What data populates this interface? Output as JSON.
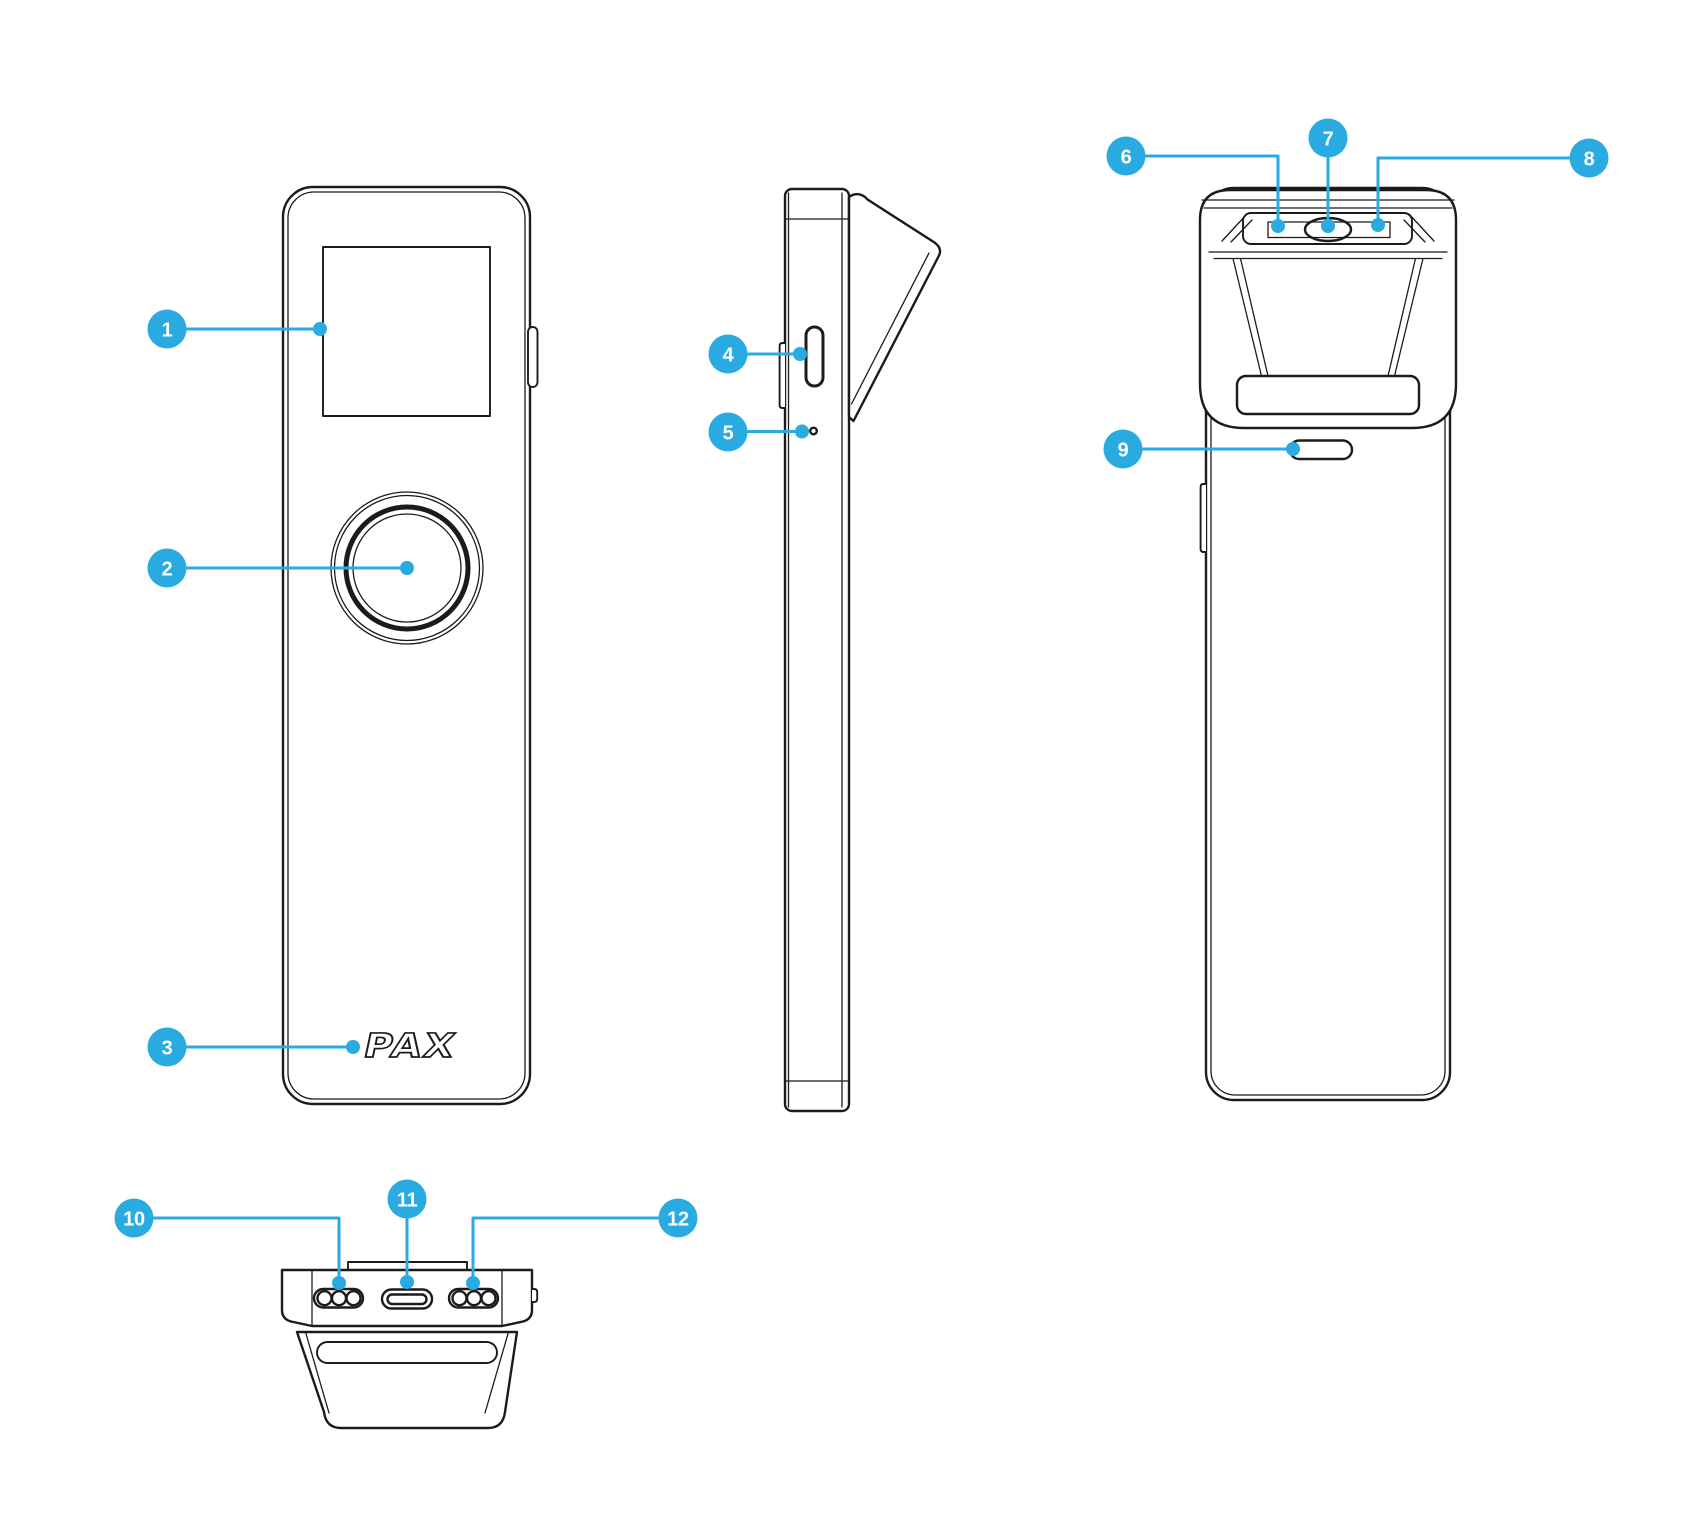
{
  "colors": {
    "accent": "#29ABE2",
    "ink": "#1B1B1B",
    "background": "#FFFFFF"
  },
  "logo": {
    "text": "PAX"
  },
  "callouts": [
    "1",
    "2",
    "3",
    "4",
    "5",
    "6",
    "7",
    "8",
    "9",
    "10",
    "11",
    "12"
  ]
}
